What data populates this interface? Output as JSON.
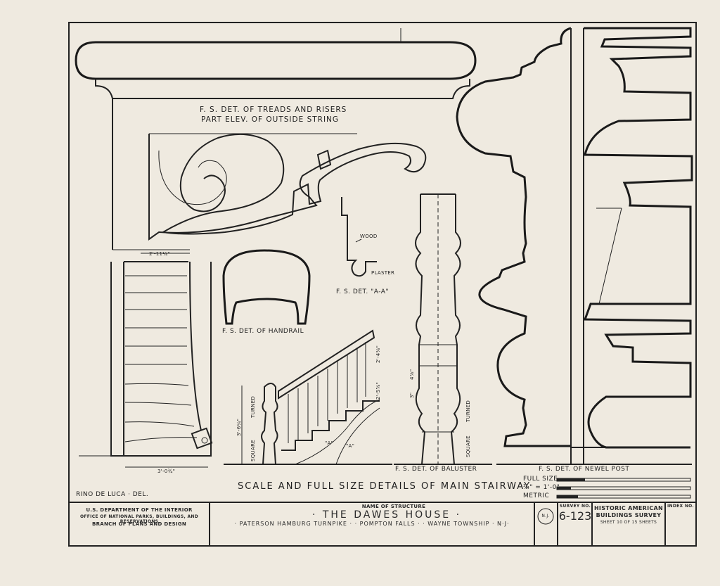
{
  "labels": {
    "treads_risers_1": "F. S. DET. OF TREADS AND RISERS",
    "treads_risers_2": "PART ELEV. OF OUTSIDE STRING",
    "wood": "WOOD",
    "plaster": "PLASTER",
    "det_aa": "F. S. DET. \"A-A\"",
    "handrail": "F. S. DET. OF HANDRAIL",
    "baluster": "F. S. DET. OF BALUSTER",
    "newel": "F. S. DET. OF NEWEL POST",
    "turned": "TURNED",
    "square": "SQUARE",
    "turned2": "TURNED",
    "square2": "SQUARE",
    "main_title": "SCALE AND FULL SIZE DETAILS OF MAIN STAIRWAY",
    "delineator": "RINO DE LUCA · DEL.",
    "section_a": "\"A\"",
    "section_a2": "\"A\""
  },
  "dimensions": {
    "plan_top": "2'-11¼\"",
    "plan_bottom": "3'-0¾\"",
    "stair_top": "2'-4⅜\"",
    "stair_mid": "2'-5⅝\"",
    "stair_height": "3'-6¼\"",
    "baluster_a": "4⅞\"",
    "baluster_b": "3\""
  },
  "scales": {
    "full_size": "FULL SIZE",
    "quarter": "¾\" = 1'-0\"",
    "metric": "METRIC"
  },
  "title_block": {
    "dept_line1": "U.S. DEPARTMENT OF THE INTERIOR",
    "dept_line2": "OFFICE OF NATIONAL PARKS, BUILDINGS, AND RESERVATIONS",
    "dept_line3": "BRANCH OF PLANS AND DESIGN",
    "name_label": "NAME OF STRUCTURE",
    "structure_name": "· THE   DAWES   HOUSE ·",
    "location": "· PATERSON HAMBURG TURNPIKE ·    · POMPTON  FALLS ·    · WAYNE  TOWNSHIP · N·J·",
    "seal_text": "N.J.",
    "survey_label": "SURVEY NO.",
    "survey_no": "6-123",
    "habs_line1": "HISTORIC AMERICAN",
    "habs_line2": "BUILDINGS SURVEY",
    "sheet_info": "SHEET 10 OF 15 SHEETS",
    "index_label": "INDEX NO."
  }
}
